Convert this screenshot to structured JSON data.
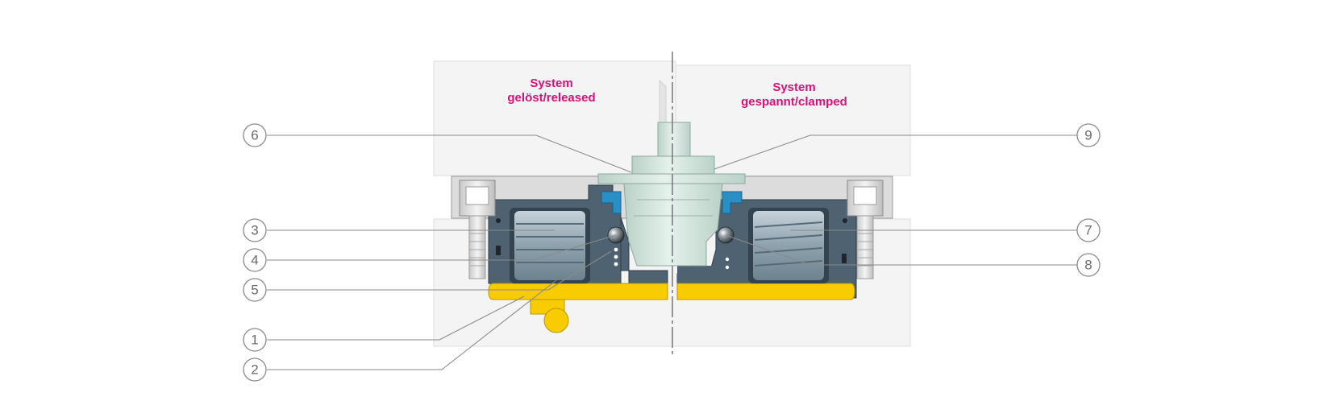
{
  "labels": {
    "left_state": {
      "line1": "System",
      "line2": "gelöst/released"
    },
    "right_state": {
      "line1": "System",
      "line2": "gespannt/clamped"
    }
  },
  "callouts": {
    "c1": "1",
    "c2": "2",
    "c3": "3",
    "c4": "4",
    "c5": "5",
    "c6": "6",
    "c7": "7",
    "c8": "8",
    "c9": "9"
  },
  "colors": {
    "heading": "#d4127a",
    "housing": "#4e6272",
    "piston": "#f8cc00",
    "clamping_pin": "#cfe2da",
    "seal": "#2a8fc4",
    "spring": "#8ea2ae",
    "callout_line": "#8a8a8a"
  }
}
